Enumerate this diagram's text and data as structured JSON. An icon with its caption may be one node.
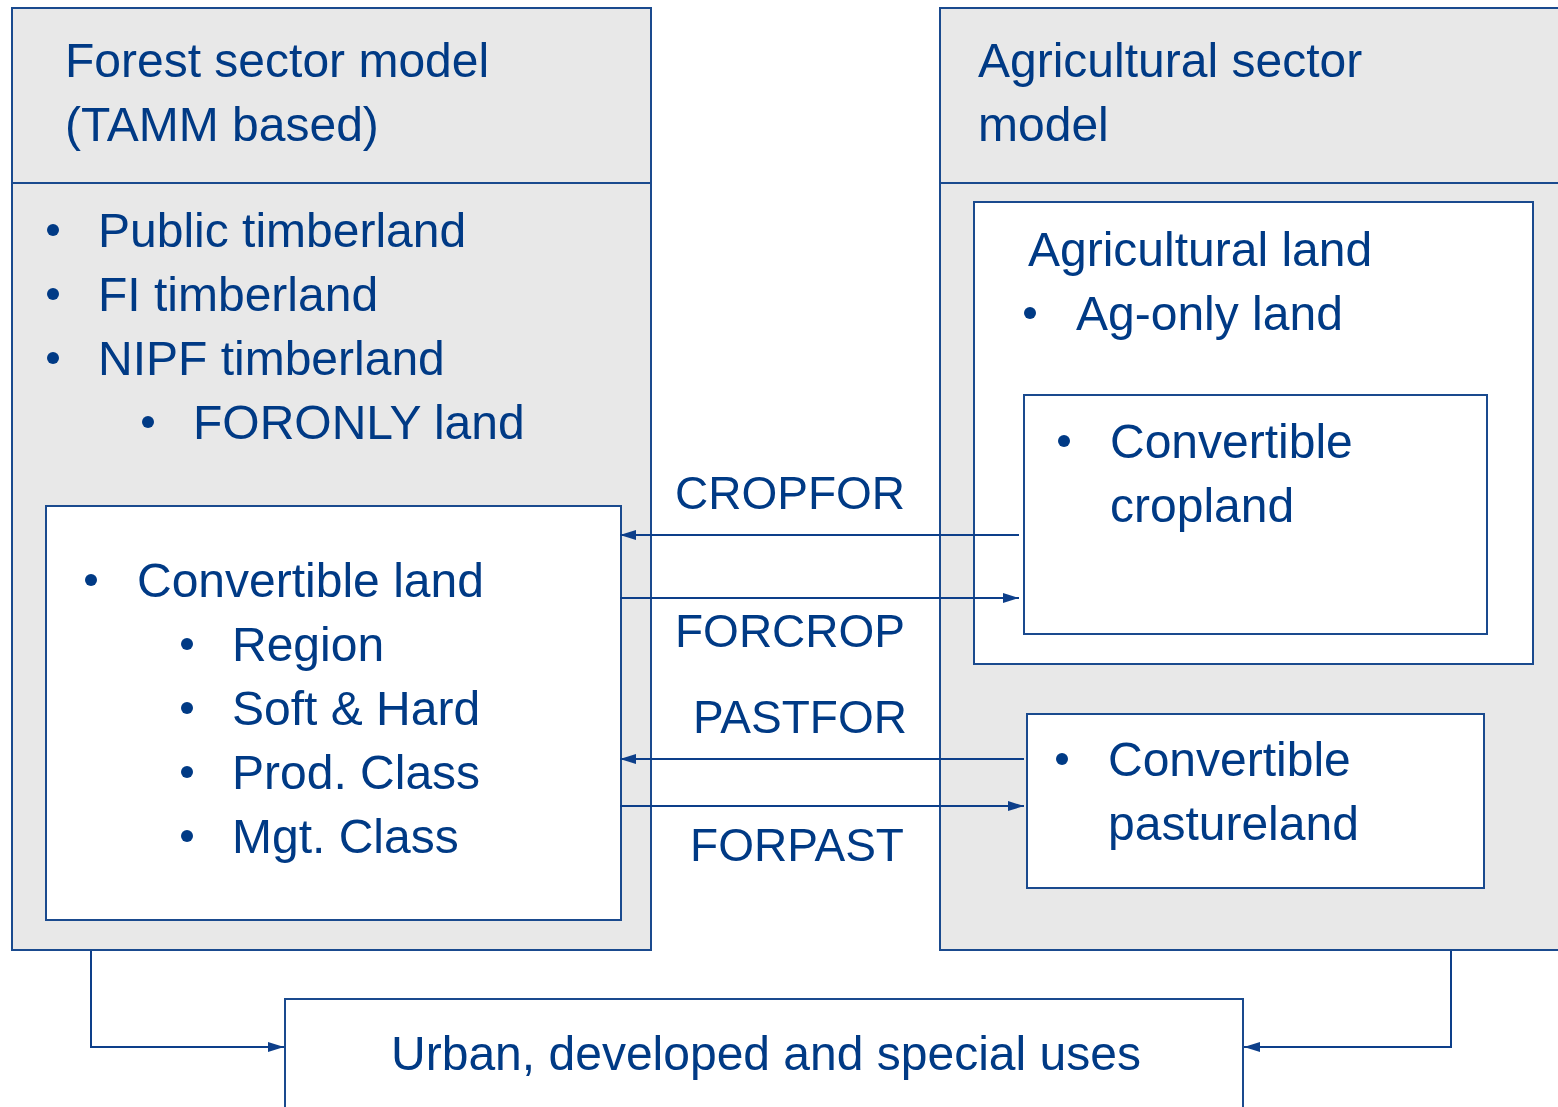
{
  "diagram": {
    "nodes": [
      {
        "text": [
          "Forest sector model (TAMM based)",
          "Public timberland",
          "FI timberland",
          "NIPF timberland",
          "FORONLY land"
        ]
      },
      {
        "text": [
          "Convertible land",
          "Region",
          "Soft & Hard",
          "Prod. Class",
          "Mgt. Class"
        ],
        "in": 0
      },
      {
        "text": [
          "Agricultural sector model"
        ]
      },
      {
        "text": [
          "Agricultural land",
          "Ag-only land"
        ],
        "in": 2
      },
      {
        "text": [
          "Convertible cropland"
        ],
        "in": 3
      },
      {
        "text": [
          "Convertible pastureland"
        ],
        "in": 2
      },
      {
        "text": [
          "Urban, developed and special uses"
        ]
      }
    ],
    "edges": [
      {
        "from": 4,
        "to": 1,
        "arrow": "to",
        "label": "CROPFOR"
      },
      {
        "from": 1,
        "to": 4,
        "arrow": "to",
        "label": "FORCROP"
      },
      {
        "from": 5,
        "to": 1,
        "arrow": "to",
        "label": "PASTFOR"
      },
      {
        "from": 1,
        "to": 5,
        "arrow": "to",
        "label": "FORPAST"
      },
      {
        "from": 0,
        "to": 6,
        "arrow": "to"
      },
      {
        "from": 2,
        "to": 6,
        "arrow": "to"
      }
    ]
  }
}
